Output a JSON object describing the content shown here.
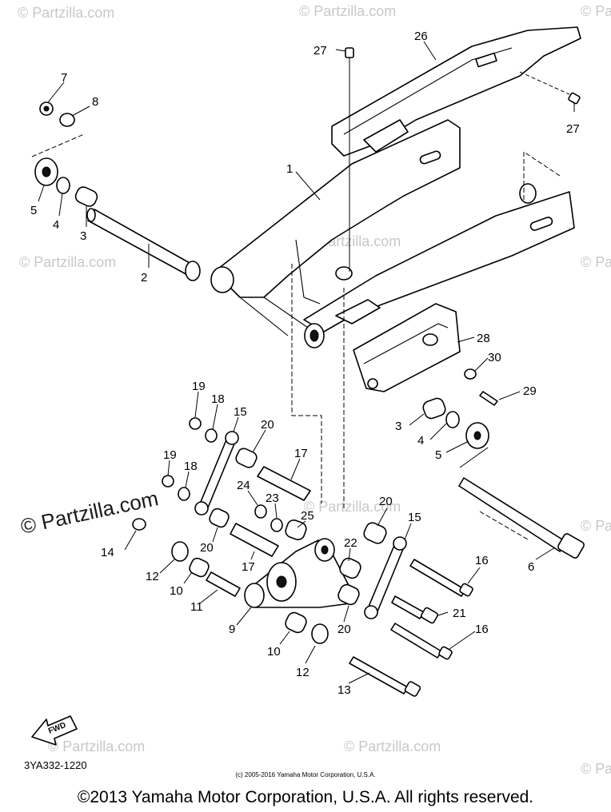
{
  "watermark": "© Partzilla.com",
  "diagram_code": "3YA332-1220",
  "fwd_label": "FWD",
  "small_copyright": "(c) 2005-2016 Yamaha Motor Corporation, U.S.A.",
  "copyright": "©2013 Yamaha Motor Corporation, U.S.A. All rights reserved.",
  "callouts": [
    {
      "id": "c27a",
      "text": "27"
    },
    {
      "id": "c26",
      "text": "26"
    },
    {
      "id": "c7",
      "text": "7"
    },
    {
      "id": "c8",
      "text": "8"
    },
    {
      "id": "c27b",
      "text": "27"
    },
    {
      "id": "c1",
      "text": "1"
    },
    {
      "id": "c5a",
      "text": "5"
    },
    {
      "id": "c4a",
      "text": "4"
    },
    {
      "id": "c3a",
      "text": "3"
    },
    {
      "id": "c2",
      "text": "2"
    },
    {
      "id": "c28",
      "text": "28"
    },
    {
      "id": "c30",
      "text": "30"
    },
    {
      "id": "c29",
      "text": "29"
    },
    {
      "id": "c19a",
      "text": "19"
    },
    {
      "id": "c18a",
      "text": "18"
    },
    {
      "id": "c15a",
      "text": "15"
    },
    {
      "id": "c20a",
      "text": "20"
    },
    {
      "id": "c3b",
      "text": "3"
    },
    {
      "id": "c4b",
      "text": "4"
    },
    {
      "id": "c5b",
      "text": "5"
    },
    {
      "id": "c17a",
      "text": "17"
    },
    {
      "id": "c19b",
      "text": "19"
    },
    {
      "id": "c18b",
      "text": "18"
    },
    {
      "id": "c24",
      "text": "24"
    },
    {
      "id": "c23",
      "text": "23"
    },
    {
      "id": "c20b",
      "text": "20"
    },
    {
      "id": "c15b",
      "text": "15"
    },
    {
      "id": "c25",
      "text": "25"
    },
    {
      "id": "c14",
      "text": "14"
    },
    {
      "id": "c20c",
      "text": "20"
    },
    {
      "id": "c22",
      "text": "22"
    },
    {
      "id": "c6",
      "text": "6"
    },
    {
      "id": "c17b",
      "text": "17"
    },
    {
      "id": "c12a",
      "text": "12"
    },
    {
      "id": "c16a",
      "text": "16"
    },
    {
      "id": "c10a",
      "text": "10"
    },
    {
      "id": "c11",
      "text": "11"
    },
    {
      "id": "c21",
      "text": "21"
    },
    {
      "id": "c9",
      "text": "9"
    },
    {
      "id": "c20d",
      "text": "20"
    },
    {
      "id": "c16b",
      "text": "16"
    },
    {
      "id": "c10b",
      "text": "10"
    },
    {
      "id": "c12b",
      "text": "12"
    },
    {
      "id": "c13",
      "text": "13"
    }
  ]
}
